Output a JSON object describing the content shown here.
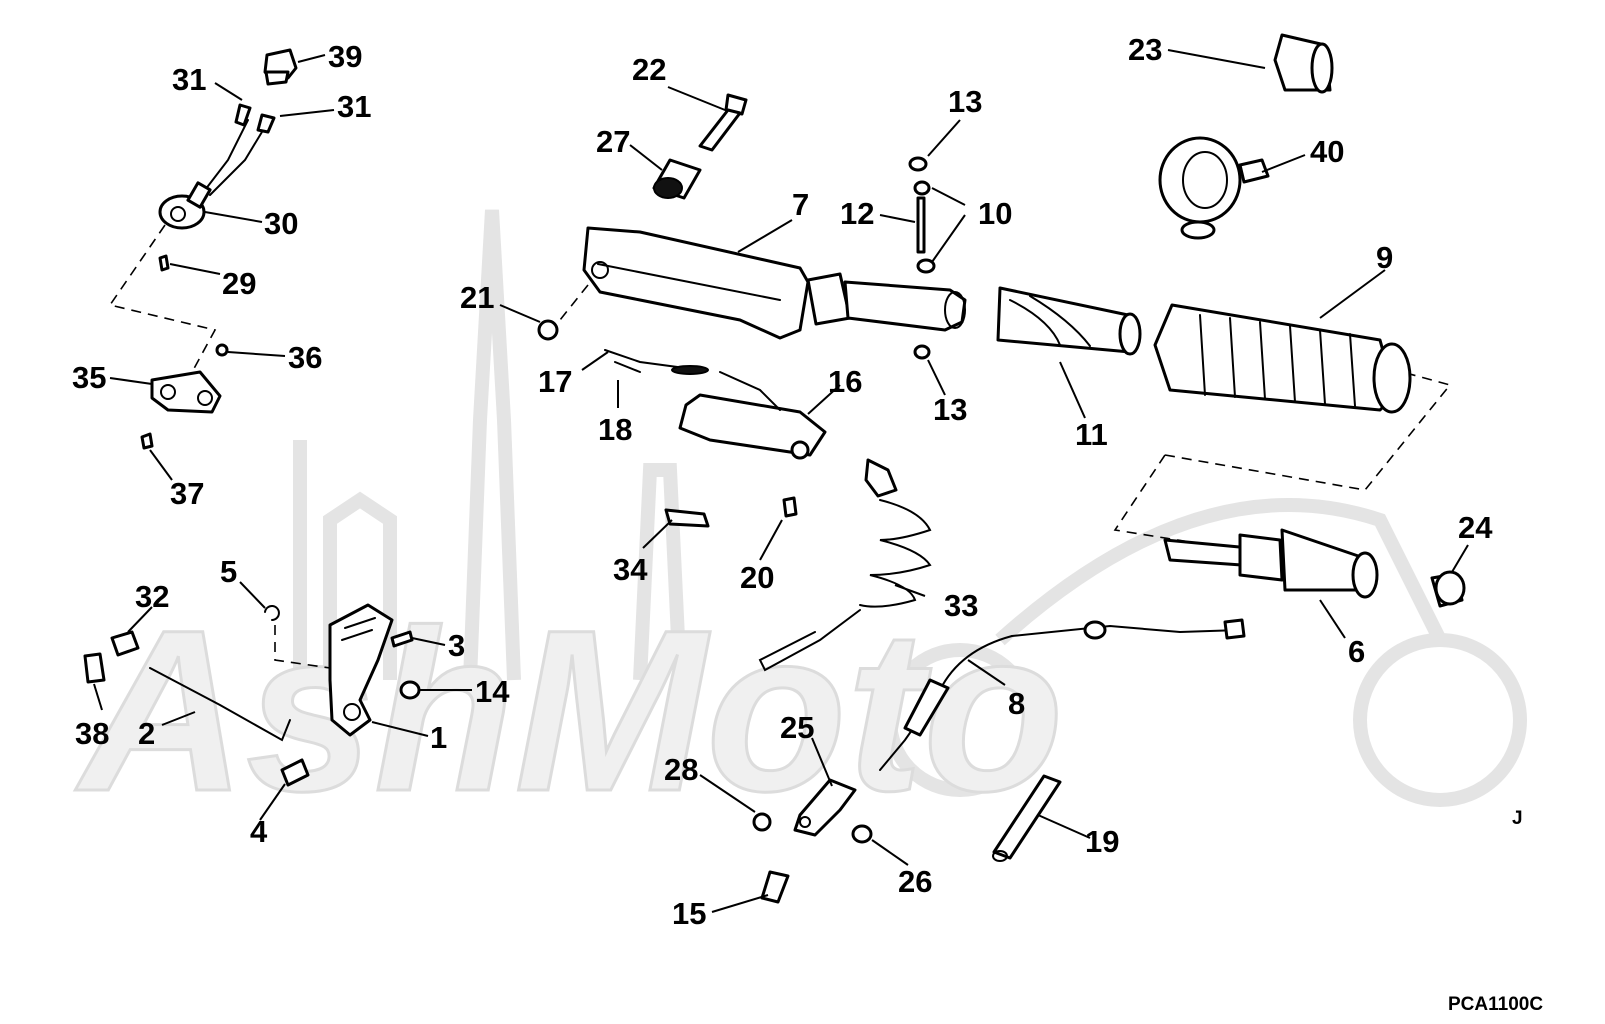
{
  "diagram": {
    "drawing_code": "PCA1100C",
    "corner_mark": "J",
    "watermark_text": "AshMoto",
    "callouts": [
      {
        "id": "c1",
        "label": "1"
      },
      {
        "id": "c2",
        "label": "2"
      },
      {
        "id": "c3",
        "label": "3"
      },
      {
        "id": "c4",
        "label": "4"
      },
      {
        "id": "c5",
        "label": "5"
      },
      {
        "id": "c6",
        "label": "6"
      },
      {
        "id": "c7",
        "label": "7"
      },
      {
        "id": "c8",
        "label": "8"
      },
      {
        "id": "c9",
        "label": "9"
      },
      {
        "id": "c10",
        "label": "10"
      },
      {
        "id": "c11",
        "label": "11"
      },
      {
        "id": "c12",
        "label": "12"
      },
      {
        "id": "c13a",
        "label": "13"
      },
      {
        "id": "c13b",
        "label": "13"
      },
      {
        "id": "c14",
        "label": "14"
      },
      {
        "id": "c15",
        "label": "15"
      },
      {
        "id": "c16",
        "label": "16"
      },
      {
        "id": "c17",
        "label": "17"
      },
      {
        "id": "c18",
        "label": "18"
      },
      {
        "id": "c19",
        "label": "19"
      },
      {
        "id": "c20",
        "label": "20"
      },
      {
        "id": "c21",
        "label": "21"
      },
      {
        "id": "c22",
        "label": "22"
      },
      {
        "id": "c23",
        "label": "23"
      },
      {
        "id": "c24",
        "label": "24"
      },
      {
        "id": "c25",
        "label": "25"
      },
      {
        "id": "c26",
        "label": "26"
      },
      {
        "id": "c27",
        "label": "27"
      },
      {
        "id": "c28",
        "label": "28"
      },
      {
        "id": "c29",
        "label": "29"
      },
      {
        "id": "c30",
        "label": "30"
      },
      {
        "id": "c31a",
        "label": "31"
      },
      {
        "id": "c31b",
        "label": "31"
      },
      {
        "id": "c32",
        "label": "32"
      },
      {
        "id": "c33",
        "label": "33"
      },
      {
        "id": "c34",
        "label": "34"
      },
      {
        "id": "c35",
        "label": "35"
      },
      {
        "id": "c36",
        "label": "36"
      },
      {
        "id": "c37",
        "label": "37"
      },
      {
        "id": "c38",
        "label": "38"
      },
      {
        "id": "c39",
        "label": "39"
      },
      {
        "id": "c40",
        "label": "40"
      }
    ]
  }
}
